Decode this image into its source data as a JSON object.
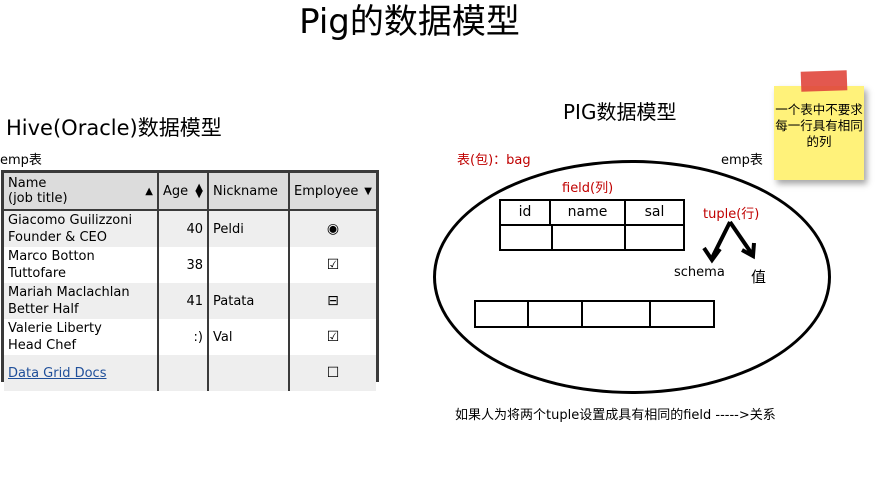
{
  "title": "Pig的数据模型",
  "hive": {
    "title": "Hive(Oracle)数据模型",
    "table_label": "emp表",
    "grid": {
      "headers": {
        "name_line1": "Name",
        "name_line2": "(job title)",
        "age": "Age",
        "nickname": "Nickname",
        "employee": "Employee"
      },
      "rows": [
        {
          "name": "Giacomo Guilizzoni",
          "title": "Founder & CEO",
          "age": "40",
          "nickname": "Peldi",
          "employee": "◉"
        },
        {
          "name": "Marco Botton",
          "title": "Tuttofare",
          "age": "38",
          "nickname": "",
          "employee": "☑"
        },
        {
          "name": "Mariah Maclachlan",
          "title": "Better Half",
          "age": "41",
          "nickname": "Patata",
          "employee": "⊟"
        },
        {
          "name": "Valerie Liberty",
          "title": "Head Chef",
          "age": ":)",
          "nickname": "Val",
          "employee": "☑"
        }
      ],
      "footer_link": "Data Grid Docs",
      "footer_employee": "☐"
    }
  },
  "pig": {
    "title": "PIG数据模型",
    "bag_label": "表(包)：bag",
    "emp_label": "emp表",
    "field_label": "field(列)",
    "fields": [
      "id",
      "name",
      "sal"
    ],
    "tuple_label": "tuple(行)",
    "schema_label": "schema",
    "value_label": "值",
    "note": "一个表中不要求每一行具有相同的列",
    "relation_text": "如果人为将两个tuple设置成具有相同的field ----->关系"
  },
  "colors": {
    "red_label": "#c00000",
    "note_bg": "#fff27a",
    "tape": "#e0463c",
    "grid_header": "#dcdcdc"
  }
}
